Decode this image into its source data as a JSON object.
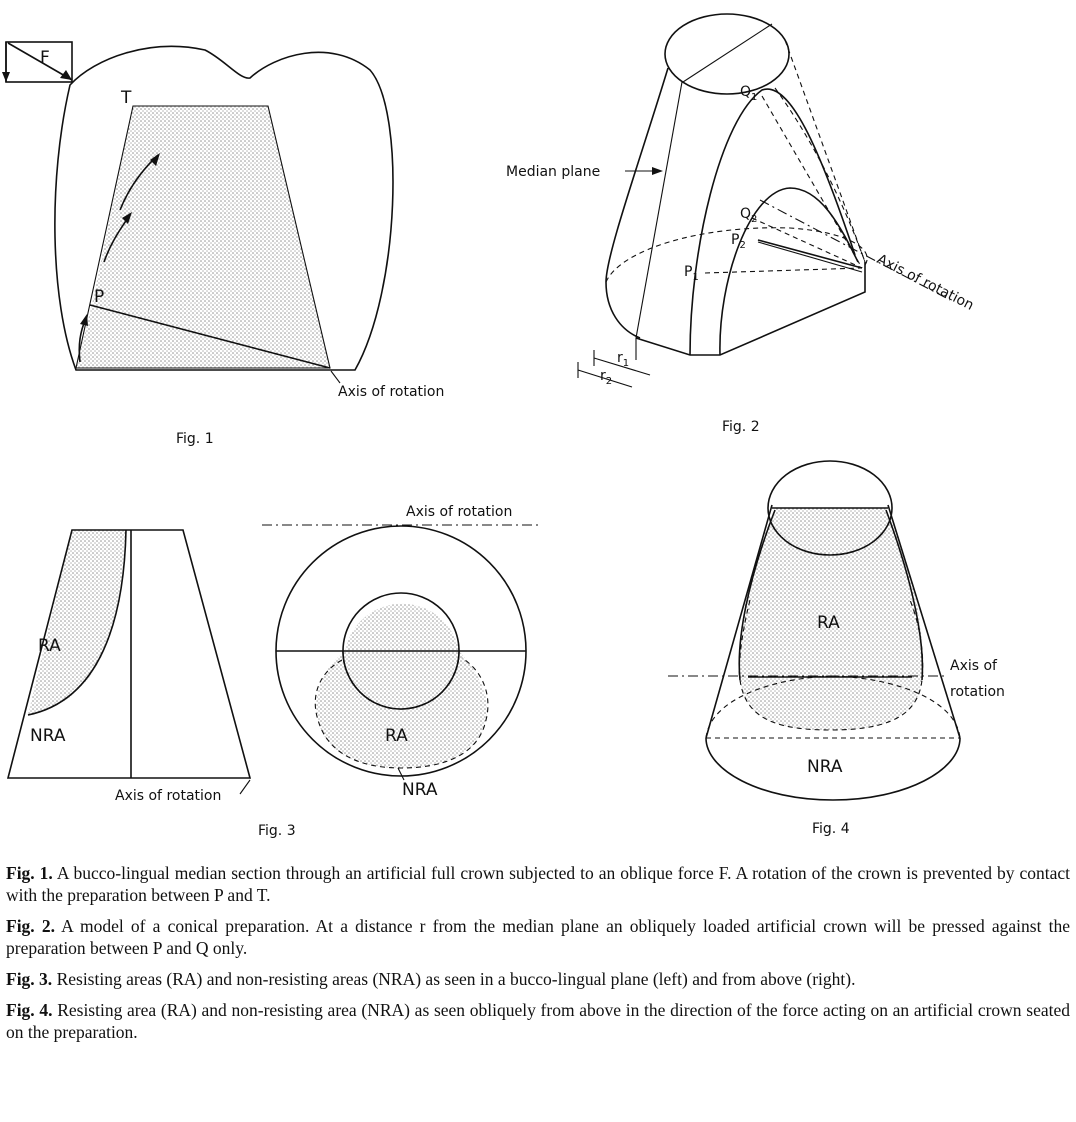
{
  "fig1": {
    "caption": "Fig. 1",
    "label_F": "F",
    "label_T": "T",
    "label_P": "P",
    "label_axis": "Axis of rotation"
  },
  "fig2": {
    "caption": "Fig. 2",
    "label_median": "Median plane",
    "label_Q1": "Q",
    "label_Q1_sub": "1",
    "label_Q2": "Q",
    "label_Q2_sub": "2",
    "label_P2": "P",
    "label_P2_sub": "2",
    "label_P1": "P",
    "label_P1_sub": "1",
    "label_r1": "r",
    "label_r1_sub": "1",
    "label_r2": "r",
    "label_r2_sub": "2",
    "label_axis": "Axis of rotation"
  },
  "fig3": {
    "caption": "Fig. 3",
    "label_RA_left": "RA",
    "label_NRA_left": "NRA",
    "label_axis_bottom": "Axis of rotation",
    "label_axis_top": "Axis of rotation",
    "label_RA_right": "RA",
    "label_NRA_right": "NRA"
  },
  "fig4": {
    "caption": "Fig. 4",
    "label_RA": "RA",
    "label_NRA": "NRA",
    "label_axis_line1": "Axis of",
    "label_axis_line2": "rotation"
  },
  "captions": [
    {
      "bold": "Fig. 1.",
      "text": " A bucco-lingual median section through an artificial full crown subjected to an oblique force F. A rotation of the crown is prevented by contact with the preparation between P and T."
    },
    {
      "bold": "Fig. 2.",
      "text": " A model of a conical preparation. At a distance r from the median plane an obliquely loaded artificial crown will be pressed against the preparation between P and Q only."
    },
    {
      "bold": "Fig. 3.",
      "text": " Resisting areas (RA) and non-resisting areas (NRA) as seen in a bucco-lingual plane (left) and from above (right)."
    },
    {
      "bold": "Fig. 4.",
      "text": " Resisting area (RA) and non-resisting area (NRA) as seen obliquely from above in the direction of the force acting on an artificial crown seated on the preparation."
    }
  ]
}
